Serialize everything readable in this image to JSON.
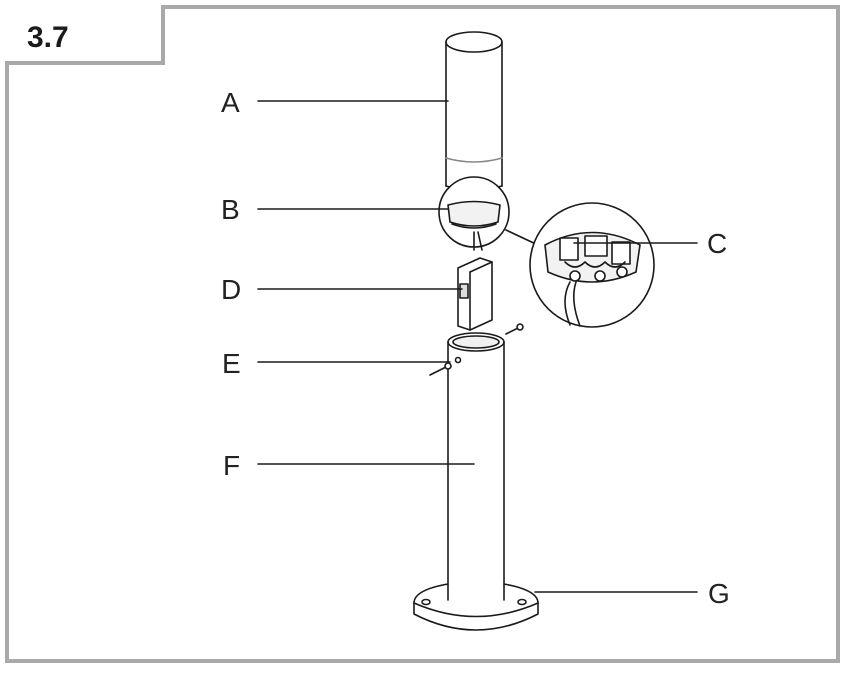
{
  "step": {
    "number": "3.7"
  },
  "callouts": {
    "a": "A",
    "b": "B",
    "c": "C",
    "d": "D",
    "e": "E",
    "f": "F",
    "g": "G"
  },
  "colors": {
    "frame": "#a9a9a9",
    "line": "#1a1a1a",
    "part_fill": "#ffffff",
    "shade": "#e6e6e6"
  }
}
